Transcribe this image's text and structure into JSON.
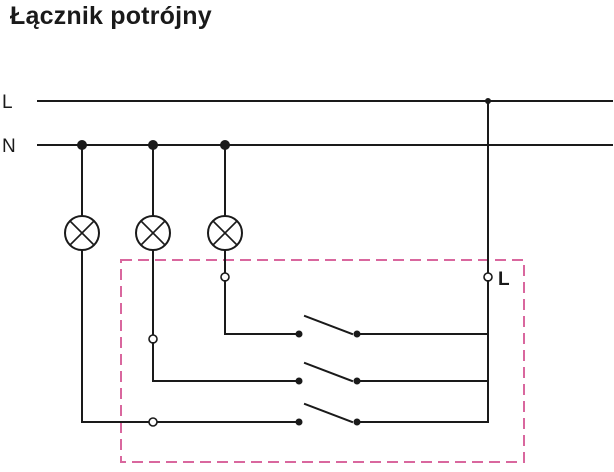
{
  "title": "Łącznik potrójny",
  "lines": {
    "phase_label": "L",
    "neutral_label": "N"
  },
  "switch_box": {
    "terminal_label": "L",
    "border_color": "#d9679e"
  },
  "lamps": [
    {
      "icon": "lamp-icon"
    },
    {
      "icon": "lamp-icon"
    },
    {
      "icon": "lamp-icon"
    }
  ],
  "switches": [
    {
      "icon": "switch-contact-icon"
    },
    {
      "icon": "switch-contact-icon"
    },
    {
      "icon": "switch-contact-icon"
    }
  ],
  "colors": {
    "wire": "#1a1a1a",
    "box_border": "#d9679e"
  }
}
